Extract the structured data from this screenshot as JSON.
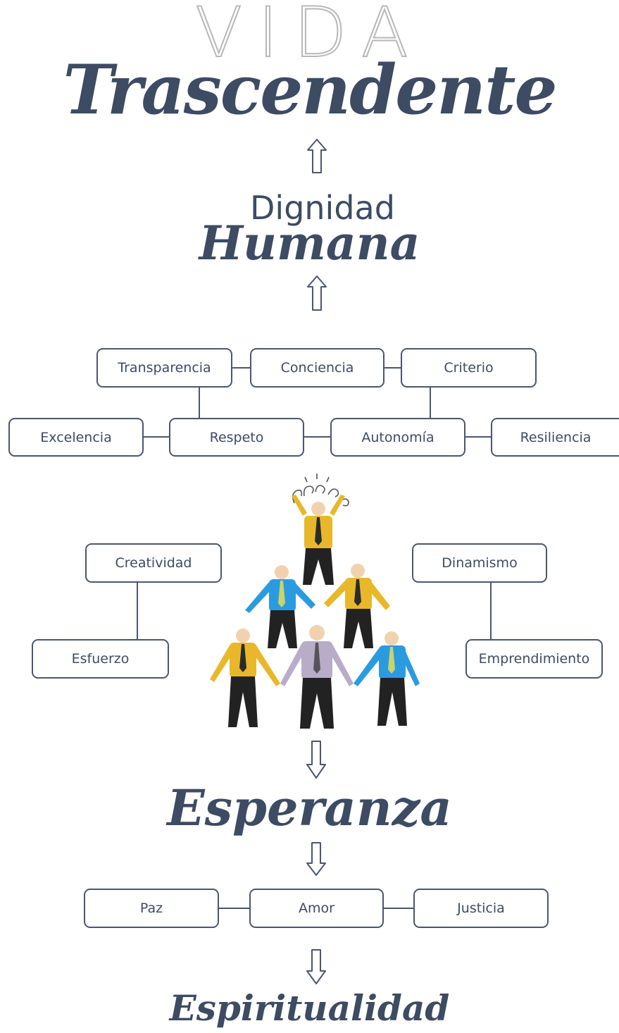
{
  "header": {
    "vida": "VIDA",
    "trascendente": "Trascendente",
    "dignidad": "Dignidad",
    "humana": "Humana"
  },
  "values_row1": [
    "Transparencia",
    "Conciencia",
    "Criterio"
  ],
  "values_row2": [
    "Excelencia",
    "Respeto",
    "Autonomía",
    "Resiliencia"
  ],
  "side_left": [
    "Creatividad",
    "Esfuerzo"
  ],
  "side_right": [
    "Dinamismo",
    "Emprendimiento"
  ],
  "esperanza": "Esperanza",
  "values_row3": [
    "Paz",
    "Amor",
    "Justicia"
  ],
  "espiritualidad": "Espiritualidad",
  "icons": {
    "arrows": [
      "arrow-up-icon",
      "arrow-up-icon",
      "arrow-down-icon",
      "arrow-down-icon",
      "arrow-down-icon"
    ],
    "illustration": "human-pyramid-illustration"
  },
  "colors": {
    "text": "#3d4b63",
    "box_border": "#4b5670",
    "outline_title": "#b8b8b8",
    "shirt_yellow": "#e8b82a",
    "shirt_blue": "#2b9be0",
    "shirt_lilac": "#b8acc9"
  }
}
